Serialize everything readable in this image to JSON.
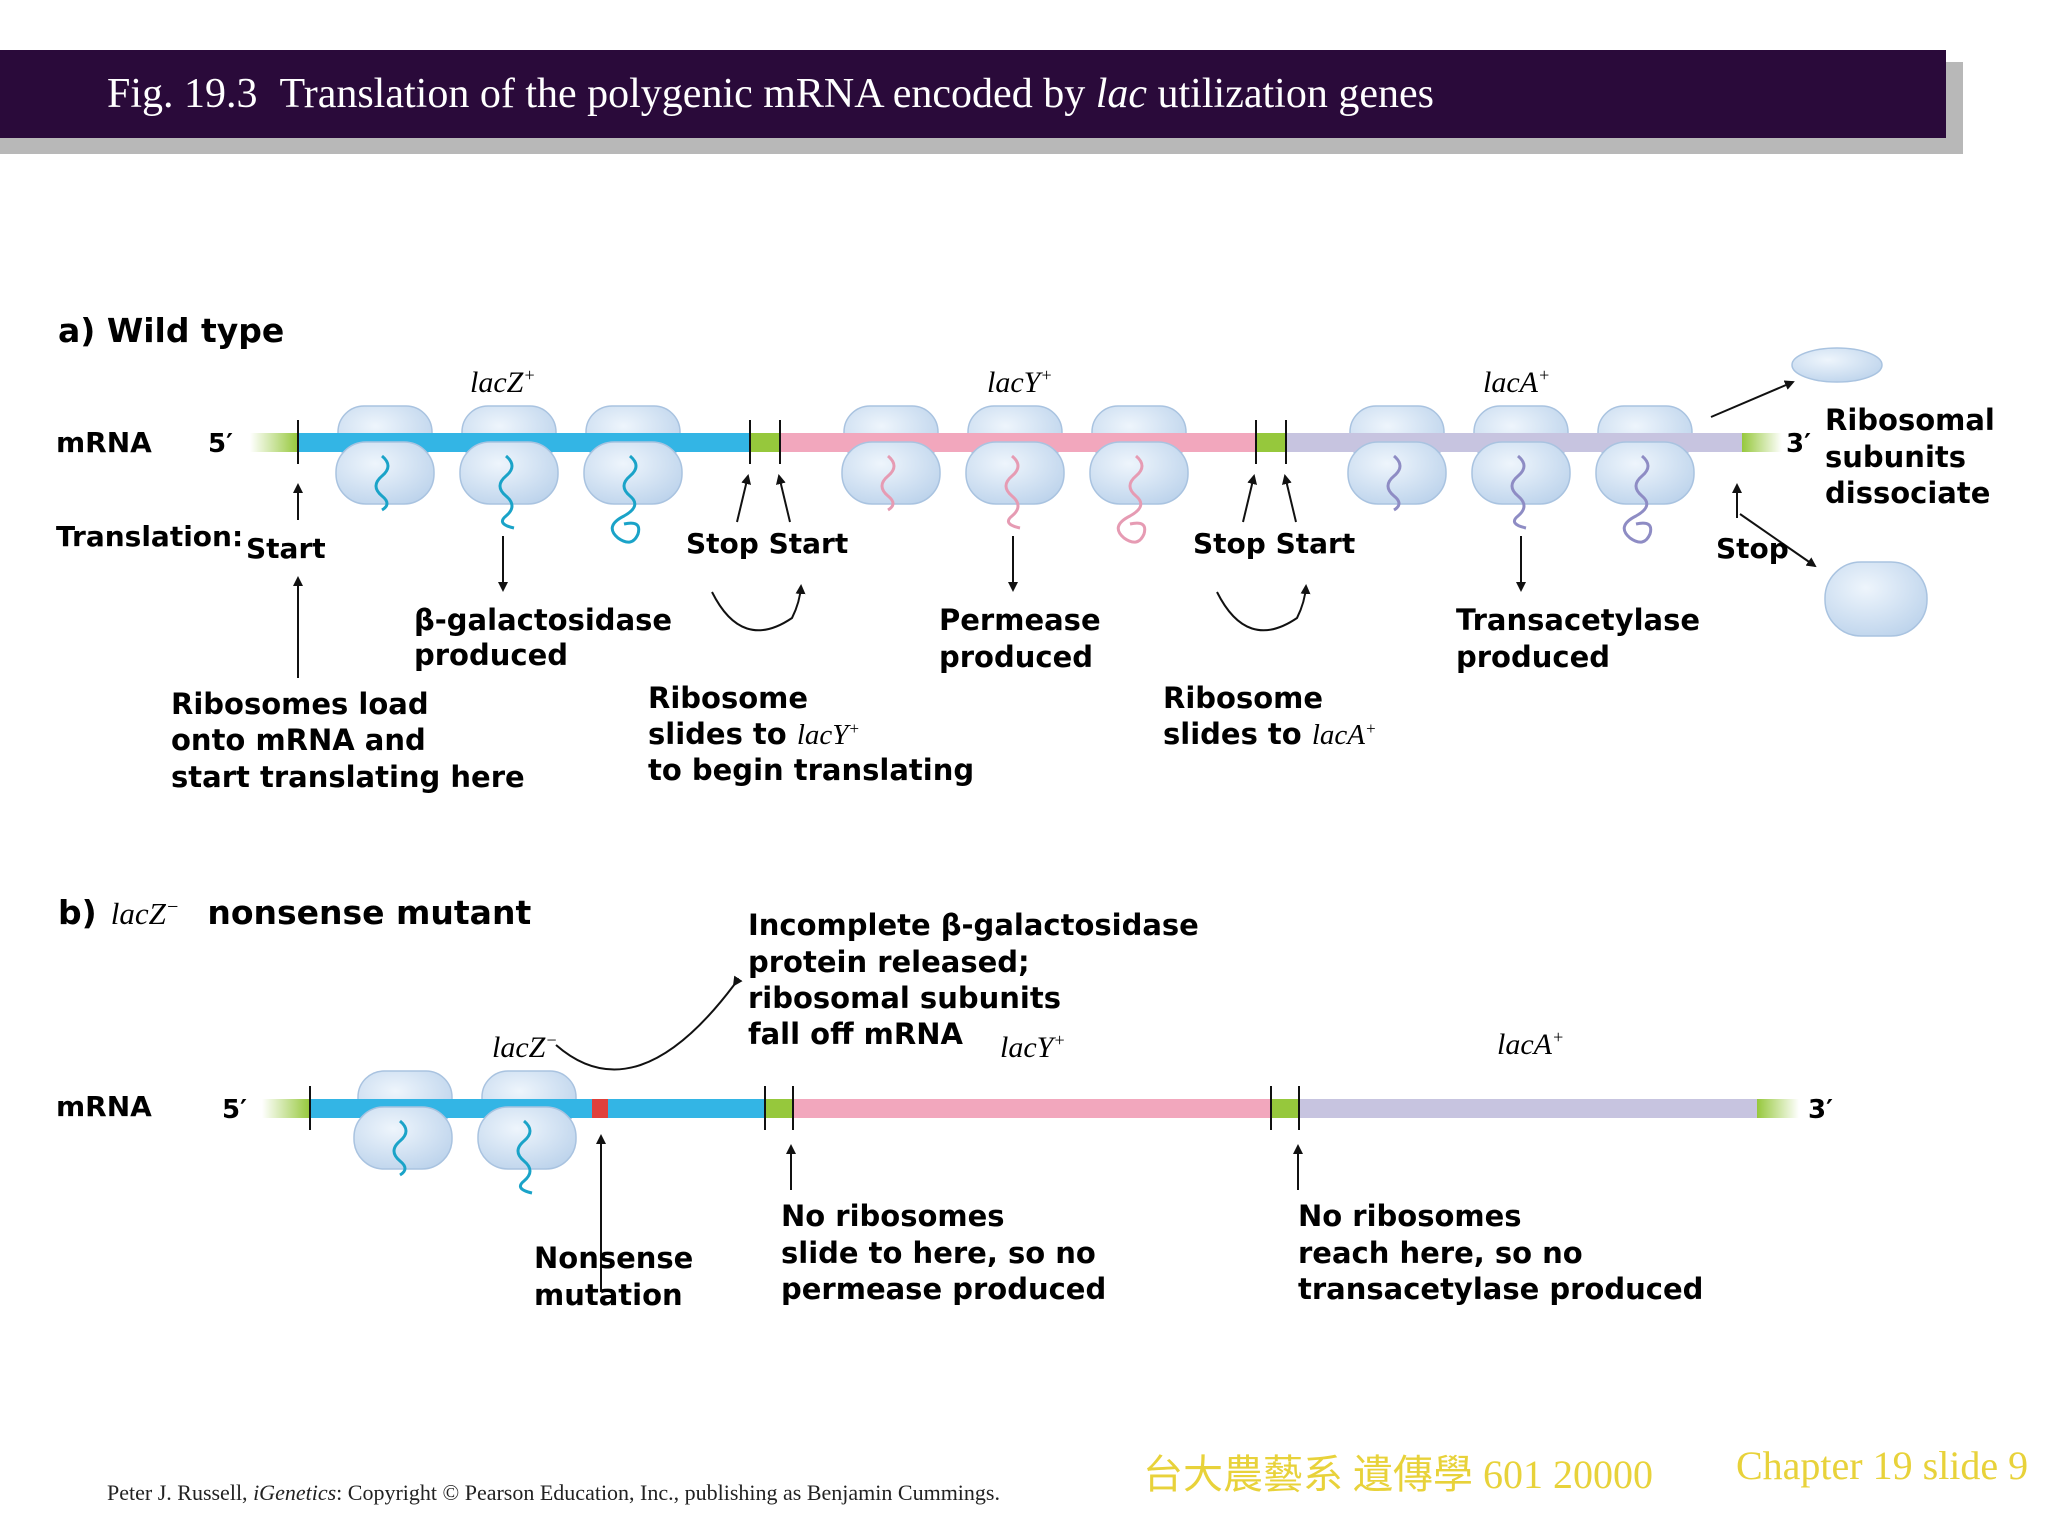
{
  "slide": {
    "fig_number": "Fig. 19.3",
    "title_text": "Translation of the polygenic mRNA encoded by ",
    "title_italic": "lac",
    "title_end": " utilization genes"
  },
  "panel_a": {
    "label": "a) Wild type",
    "mrna_label": "mRNA",
    "five_prime": "5′",
    "three_prime": "3′",
    "translation_label": "Translation:",
    "gene_z": "lacZ",
    "gene_y": "lacY",
    "gene_a": "lacA",
    "plus": "+",
    "start": "Start",
    "stop_start_1": "Stop Start",
    "stop_start_2": "Stop Start",
    "stop": "Stop",
    "beta_gal_line1": "β-galactosidase",
    "beta_gal_line2": "produced",
    "permease_line1": "Permease",
    "permease_line2": "produced",
    "transacetylase_line1": "Transacetylase",
    "transacetylase_line2": "produced",
    "ribosomes_load_1": "Ribosomes load",
    "ribosomes_load_2": "onto mRNA and",
    "ribosomes_load_3": "start translating here",
    "slides_y_1": "Ribosome",
    "slides_y_2": "slides to ",
    "slides_y_3": "to begin translating",
    "slides_a_1": "Ribosome",
    "slides_a_2": "slides to ",
    "dissociate_1": "Ribosomal",
    "dissociate_2": "subunits",
    "dissociate_3": "dissociate"
  },
  "panel_b": {
    "label_b": "b)",
    "gene_mut": "lacZ",
    "minus": "−",
    "label_rest": "nonsense mutant",
    "mrna_label": "mRNA",
    "five_prime": "5′",
    "three_prime": "3′",
    "gene_y": "lacY",
    "gene_a": "lacA",
    "plus": "+",
    "incomplete_1": "Incomplete β-galactosidase",
    "incomplete_2": "protein released;",
    "incomplete_3": "ribosomal subunits",
    "incomplete_4": "fall off mRNA",
    "nonsense_1": "Nonsense",
    "nonsense_2": "mutation",
    "no_rib_y_1": "No ribosomes",
    "no_rib_y_2": "slide to here, so no",
    "no_rib_y_3": "permease produced",
    "no_rib_a_1": "No ribosomes",
    "no_rib_a_2": "reach here, so no",
    "no_rib_a_3": "transacetylase produced"
  },
  "colors": {
    "lacZ": "#33b5e5",
    "lacY": "#f2a7bd",
    "lacA": "#c7c4e0",
    "spacer": "#96c83c",
    "mutation": "#e0403a",
    "ribosome": "#c9ddf0",
    "header_bg": "#2a0a3a",
    "footer_text": "#e8d23a"
  },
  "footer": {
    "credit_1": "Peter J. Russell, ",
    "credit_italic": "iGenetics",
    "credit_2": ": Copyright © Pearson Education, Inc., publishing as Benjamin Cummings.",
    "course": "台大農藝系 遺傳學 601 20000",
    "slide_number": "Chapter 19 slide 9"
  }
}
